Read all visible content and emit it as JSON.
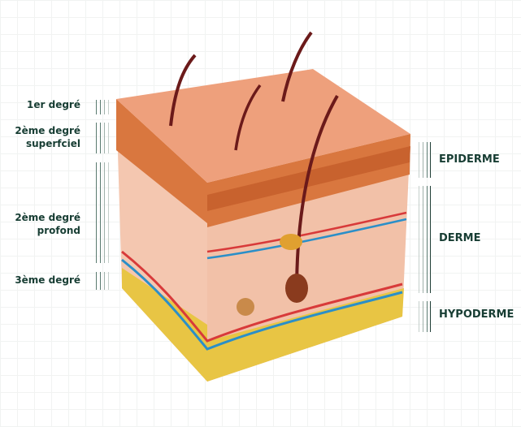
{
  "burn_degrees": [
    {
      "label": "1er degré"
    },
    {
      "label": "2ème degré superfciel",
      "line1": "2ème degré",
      "line2": "superfciel"
    },
    {
      "label": "2ème degré profond",
      "line1": "2ème degré",
      "line2": "profond"
    },
    {
      "label": "3ème degré"
    }
  ],
  "skin_layers": [
    {
      "label": "EPIDERME"
    },
    {
      "label": "DERME"
    },
    {
      "label": "HYPODERME"
    }
  ],
  "colors": {
    "text": "#173d33",
    "epidermis": "#d9773f",
    "dermis": "#f2c1a8",
    "hypodermis": "#e8c544",
    "vein": "#2b8fc8",
    "artery": "#d83a3a",
    "hair": "#6b1a1a"
  }
}
